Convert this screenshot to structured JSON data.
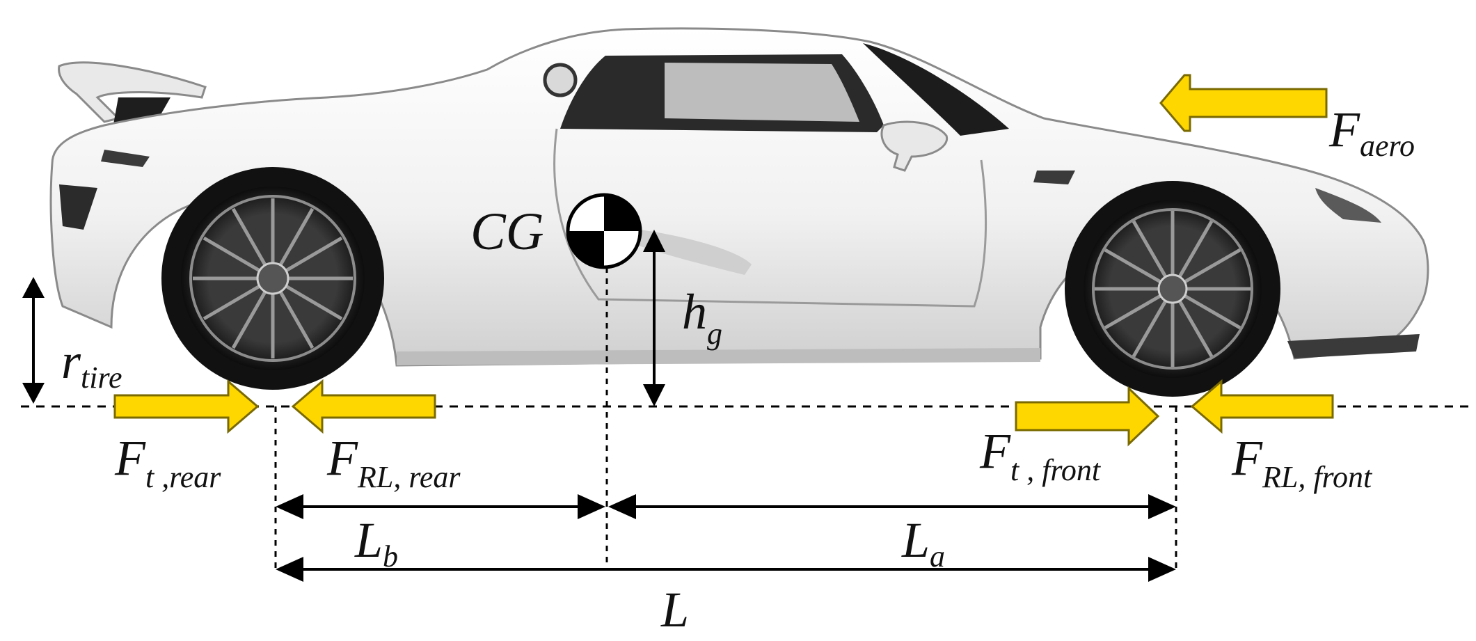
{
  "labels": {
    "cg": "CG",
    "aero": {
      "main": "F",
      "sub": "aero"
    },
    "tire_radius": {
      "main": "r",
      "sub": "tire"
    },
    "cg_height": {
      "main": "h",
      "sub": "g"
    },
    "traction_rear": {
      "main": "F",
      "sub": "t ,rear"
    },
    "rolling_rear": {
      "main": "F",
      "sub": "RL, rear"
    },
    "traction_front": {
      "main": "F",
      "sub": "t , front"
    },
    "rolling_front": {
      "main": "F",
      "sub": "RL, front"
    },
    "dist_rear": {
      "main": "L",
      "sub": "b"
    },
    "dist_front": {
      "main": "L",
      "sub": "a"
    },
    "wheelbase": {
      "main": "L"
    }
  },
  "colors": {
    "force_arrow": "#FFD700",
    "force_arrow_outline": "#7a6a00",
    "car_body": "#f4f4f4",
    "car_outline": "#8a8a8a",
    "glass": "#2a2a2a",
    "tire": "#1b1b1b",
    "rim": "#6f6f6f",
    "dimension_line": "#000000"
  },
  "icons": {
    "cg_marker": "center-of-gravity-symbol",
    "car": "sports-car-side-view"
  }
}
